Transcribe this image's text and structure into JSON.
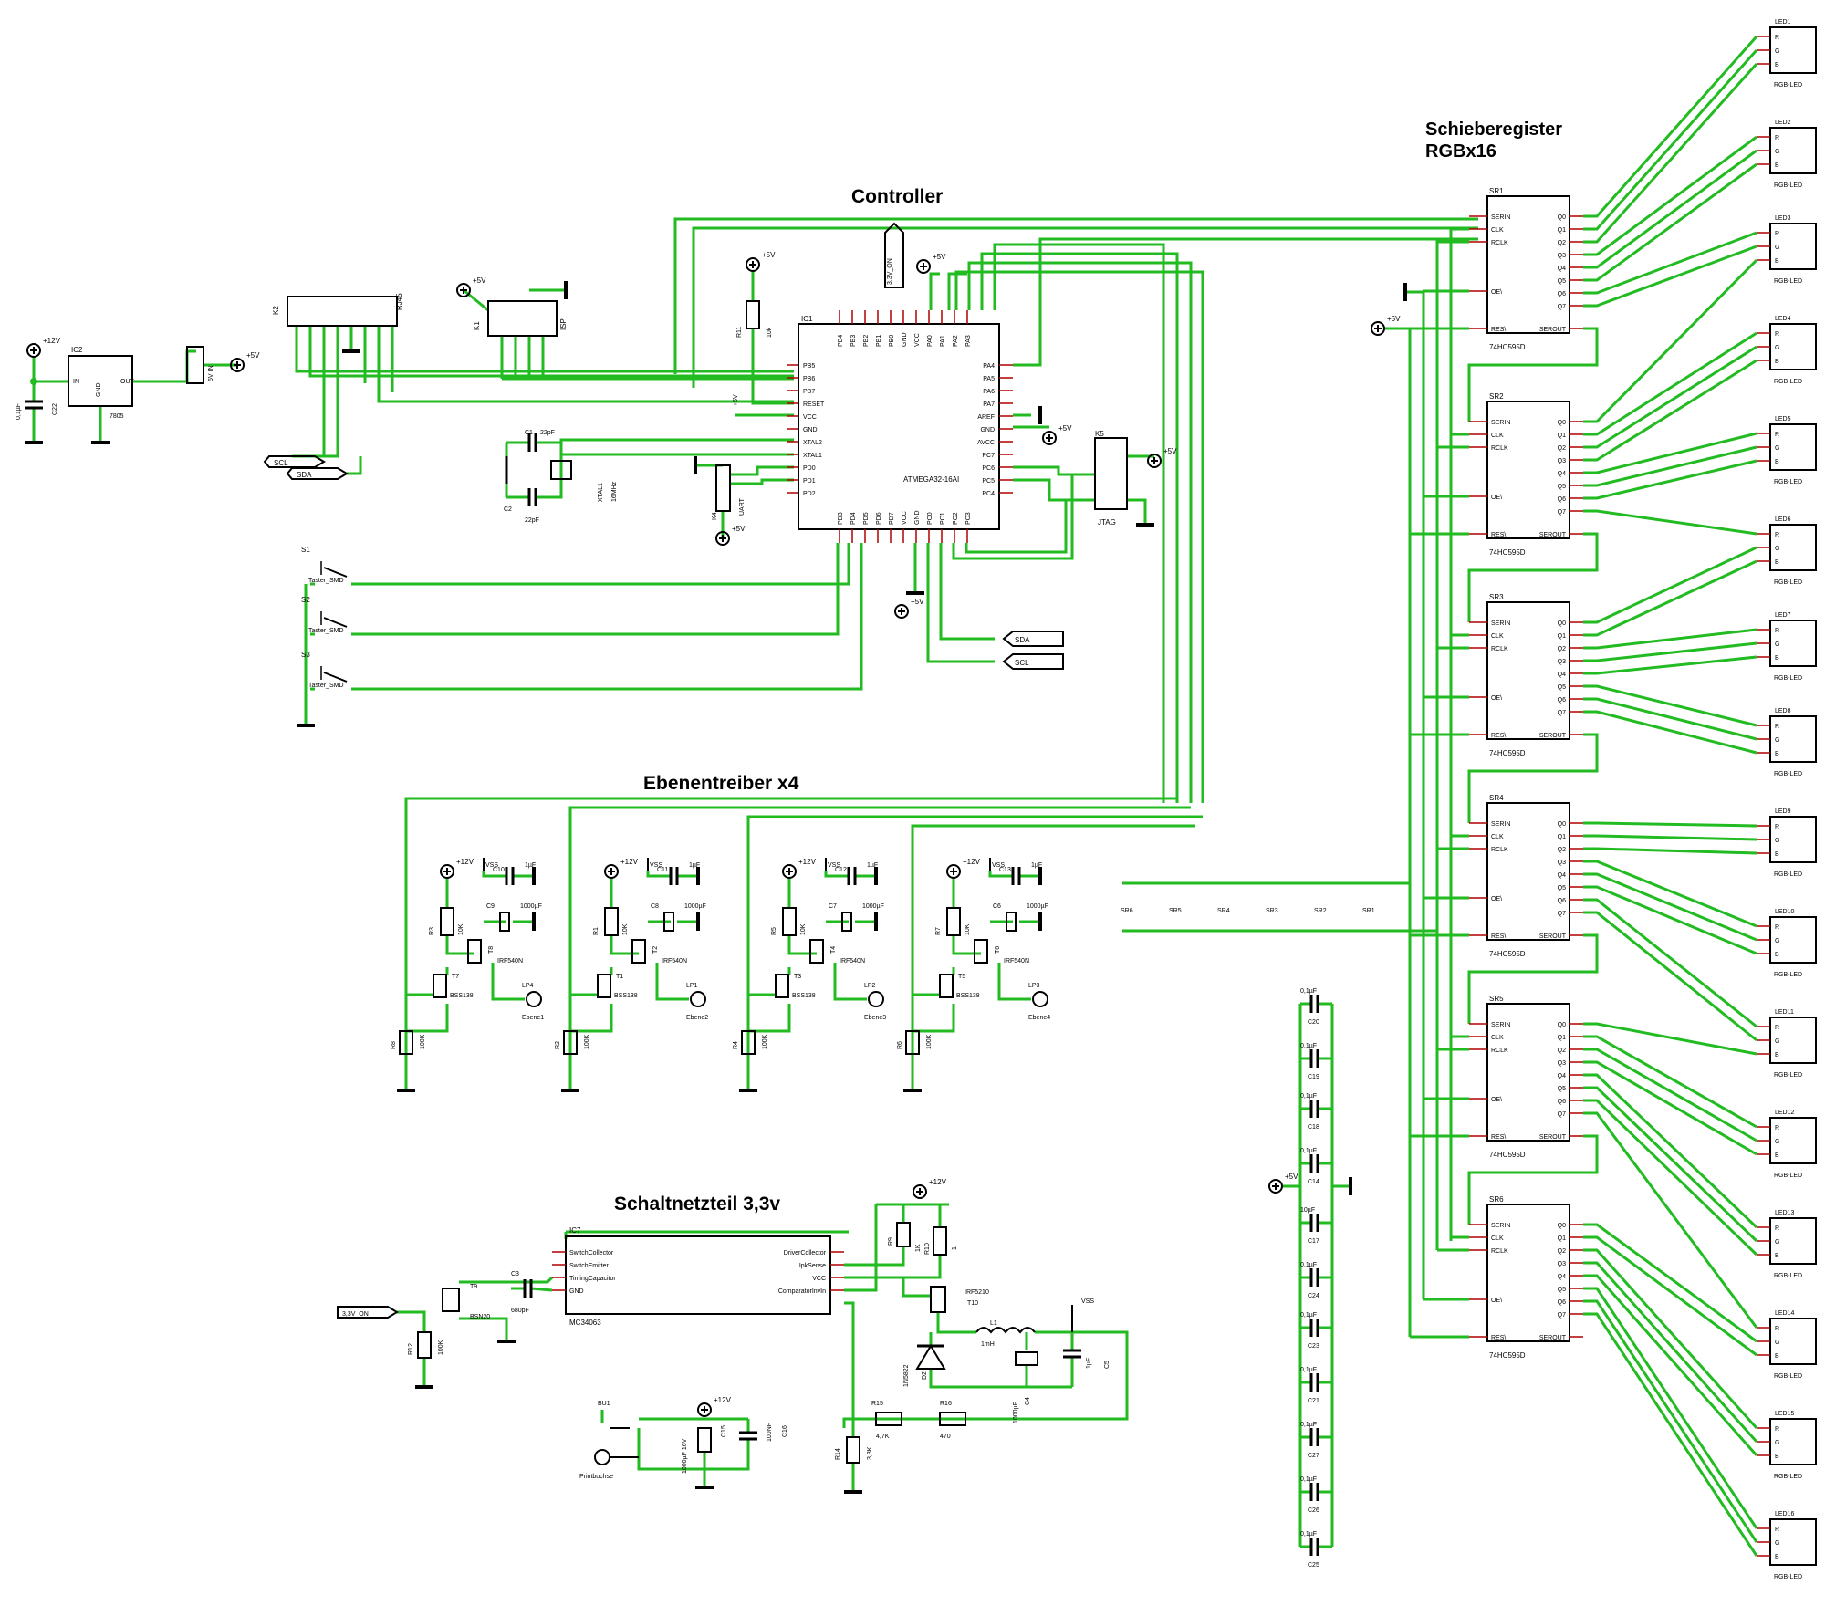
{
  "colors": {
    "wire": "#22bb22",
    "part": "#000000",
    "pin": "#b00000",
    "background": "#ffffff"
  },
  "titles": {
    "controller": "Controller",
    "shift": "Schieberegister",
    "shift_sub": "RGBx16",
    "layer": "Ebenentreiber x4",
    "psu": "Schaltnetzteil 3,3v"
  },
  "power": {
    "p12v": "+12V",
    "p5v": "+5V",
    "vss": "VSS",
    "on33": "3,3V_ON",
    "on33_flag": "3.3V_ON"
  },
  "reg": {
    "name": "IC2",
    "type": "7805",
    "pins": [
      "IN",
      "GND",
      "OUT"
    ],
    "cap": "C22",
    "cap_val": "0,1µF",
    "jumper": "5V IN"
  },
  "rj45": {
    "name": "K2",
    "type": "RJ45",
    "scl": "SCL",
    "sda": "SDA"
  },
  "isp": {
    "name": "K1",
    "type": "ISP"
  },
  "mcu": {
    "name": "IC1",
    "type": "ATMEGA32-16AI",
    "top_pins": [
      "PB4",
      "PB3",
      "PB2",
      "PB1",
      "PB0",
      "GND",
      "VCC",
      "PA0",
      "PA1",
      "PA2",
      "PA3"
    ],
    "left_pins": [
      "PB5",
      "PB6",
      "PB7",
      "RESET",
      "VCC",
      "GND",
      "XTAL2",
      "XTAL1",
      "PD0",
      "PD1",
      "PD2"
    ],
    "right_pins": [
      "PA4",
      "PA5",
      "PA6",
      "PA7",
      "AREF",
      "GND",
      "AVCC",
      "PC7",
      "PC6",
      "PC5",
      "PC4"
    ],
    "bottom_pins": [
      "PD3",
      "PD4",
      "PD5",
      "PD6",
      "PD7",
      "VCC",
      "GND",
      "PC0",
      "PC1",
      "PC2",
      "PC3"
    ],
    "r11": "R11",
    "r11_val": "10k",
    "c1": "C1",
    "c2": "C2",
    "c_val": "22pF",
    "xtal": "XTAL1",
    "xtal_val": "16MHz",
    "uart": "UART",
    "uart_name": "K4",
    "jtag": "JTAG",
    "jtag_name": "K5",
    "sda": "SDA",
    "scl": "SCL"
  },
  "switches": [
    {
      "name": "S1",
      "type": "Taster_SMD"
    },
    {
      "name": "S2",
      "type": "Taster_SMD"
    },
    {
      "name": "S3",
      "type": "Taster_SMD"
    }
  ],
  "shift_regs": [
    {
      "name": "SR1",
      "type": "74HC595D"
    },
    {
      "name": "SR2",
      "type": "74HC595D"
    },
    {
      "name": "SR3",
      "type": "74HC595D"
    },
    {
      "name": "SR4",
      "type": "74HC595D"
    },
    {
      "name": "SR5",
      "type": "74HC595D"
    },
    {
      "name": "SR6",
      "type": "74HC595D"
    }
  ],
  "sr_pins_left": [
    "SERIN",
    "CLK",
    "RCLK",
    "OE\\",
    "RES\\"
  ],
  "sr_pins_right": [
    "Q0",
    "Q1",
    "Q2",
    "Q3",
    "Q4",
    "Q5",
    "Q6",
    "Q7",
    "SEROUT"
  ],
  "sr_jumper_labels": [
    "SR6",
    "SR5",
    "SR4",
    "SR3",
    "SR2",
    "SR1"
  ],
  "leds": [
    {
      "name": "LED1"
    },
    {
      "name": "LED2"
    },
    {
      "name": "LED3"
    },
    {
      "name": "LED4"
    },
    {
      "name": "LED5"
    },
    {
      "name": "LED6"
    },
    {
      "name": "LED7"
    },
    {
      "name": "LED8"
    },
    {
      "name": "LED9"
    },
    {
      "name": "LED10"
    },
    {
      "name": "LED11"
    },
    {
      "name": "LED12"
    },
    {
      "name": "LED13"
    },
    {
      "name": "LED14"
    },
    {
      "name": "LED15"
    },
    {
      "name": "LED16"
    }
  ],
  "led_pins": [
    "R",
    "G",
    "B"
  ],
  "led_type": "RGB-LED",
  "layer_drivers": [
    {
      "r_gate": "R3",
      "r_pull": "R8",
      "nmos": "T7",
      "pmos": "T8",
      "cap_a": "C10",
      "cap_b": "C9",
      "out": "LP4",
      "net": "Ebene1"
    },
    {
      "r_gate": "R1",
      "r_pull": "R2",
      "nmos": "T1",
      "pmos": "T2",
      "cap_a": "C11",
      "cap_b": "C8",
      "out": "LP1",
      "net": "Ebene2"
    },
    {
      "r_gate": "R5",
      "r_pull": "R4",
      "nmos": "T3",
      "pmos": "T4",
      "cap_a": "C12",
      "cap_b": "C7",
      "out": "LP2",
      "net": "Ebene3"
    },
    {
      "r_gate": "R7",
      "r_pull": "R6",
      "nmos": "T5",
      "pmos": "T6",
      "cap_a": "C13",
      "cap_b": "C6",
      "out": "LP3",
      "net": "Ebene4"
    }
  ],
  "layer_values": {
    "r_gate": "10K",
    "r_pull": "100K",
    "nmos": "BSS138",
    "pmos": "IRF540N",
    "c_small": "1µF",
    "c_big": "1000µF"
  },
  "decoupling": [
    {
      "name": "C20",
      "val": "0,1µF"
    },
    {
      "name": "C19",
      "val": "0,1µF"
    },
    {
      "name": "C18",
      "val": "0,1µF"
    },
    {
      "name": "C14",
      "val": "0,1µF"
    },
    {
      "name": "C17",
      "val": "10µF"
    },
    {
      "name": "C24",
      "val": "0,1µF"
    },
    {
      "name": "C23",
      "val": "0,1µF"
    },
    {
      "name": "C21",
      "val": "0,1µF"
    },
    {
      "name": "C27",
      "val": "0,1µF"
    },
    {
      "name": "C26",
      "val": "0,1µF"
    },
    {
      "name": "C25",
      "val": "0,1µF"
    }
  ],
  "psu": {
    "ic": "IC7",
    "ic_type": "MC34063",
    "ic_left": [
      "SwitchCollector",
      "SwitchEmitter",
      "TimingCapacitor",
      "GND"
    ],
    "ic_right": [
      "DriverCollector",
      "IpkSense",
      "VCC",
      "ComparatorInvIn"
    ],
    "t9": "T9",
    "t9_type": "BSN20",
    "c3": "C3",
    "c3_val": "680pF",
    "r12": "R12",
    "r12_val": "100K",
    "r9": "R9",
    "r9_val": "1K",
    "r10": "R10",
    "r10_val": "1",
    "t10": "T10",
    "t10_type": "IRF5210",
    "l1": "L1",
    "l1_val": "1mH",
    "d2": "D2",
    "d2_type": "1N5822",
    "c4": "C4",
    "c4_val": "1000µF",
    "c5": "C5",
    "c5_val": "1µF",
    "r14": "R14",
    "r14_val": "3,3K",
    "r15": "R15",
    "r15_val": "4,7K",
    "r16": "R16",
    "r16_val": "470",
    "bu1": "BU1",
    "bu1_type": "Printbuchse",
    "c15": "C15",
    "c15_val": "1000µF 16V",
    "c16": "C16",
    "c16_val": "100NF"
  }
}
